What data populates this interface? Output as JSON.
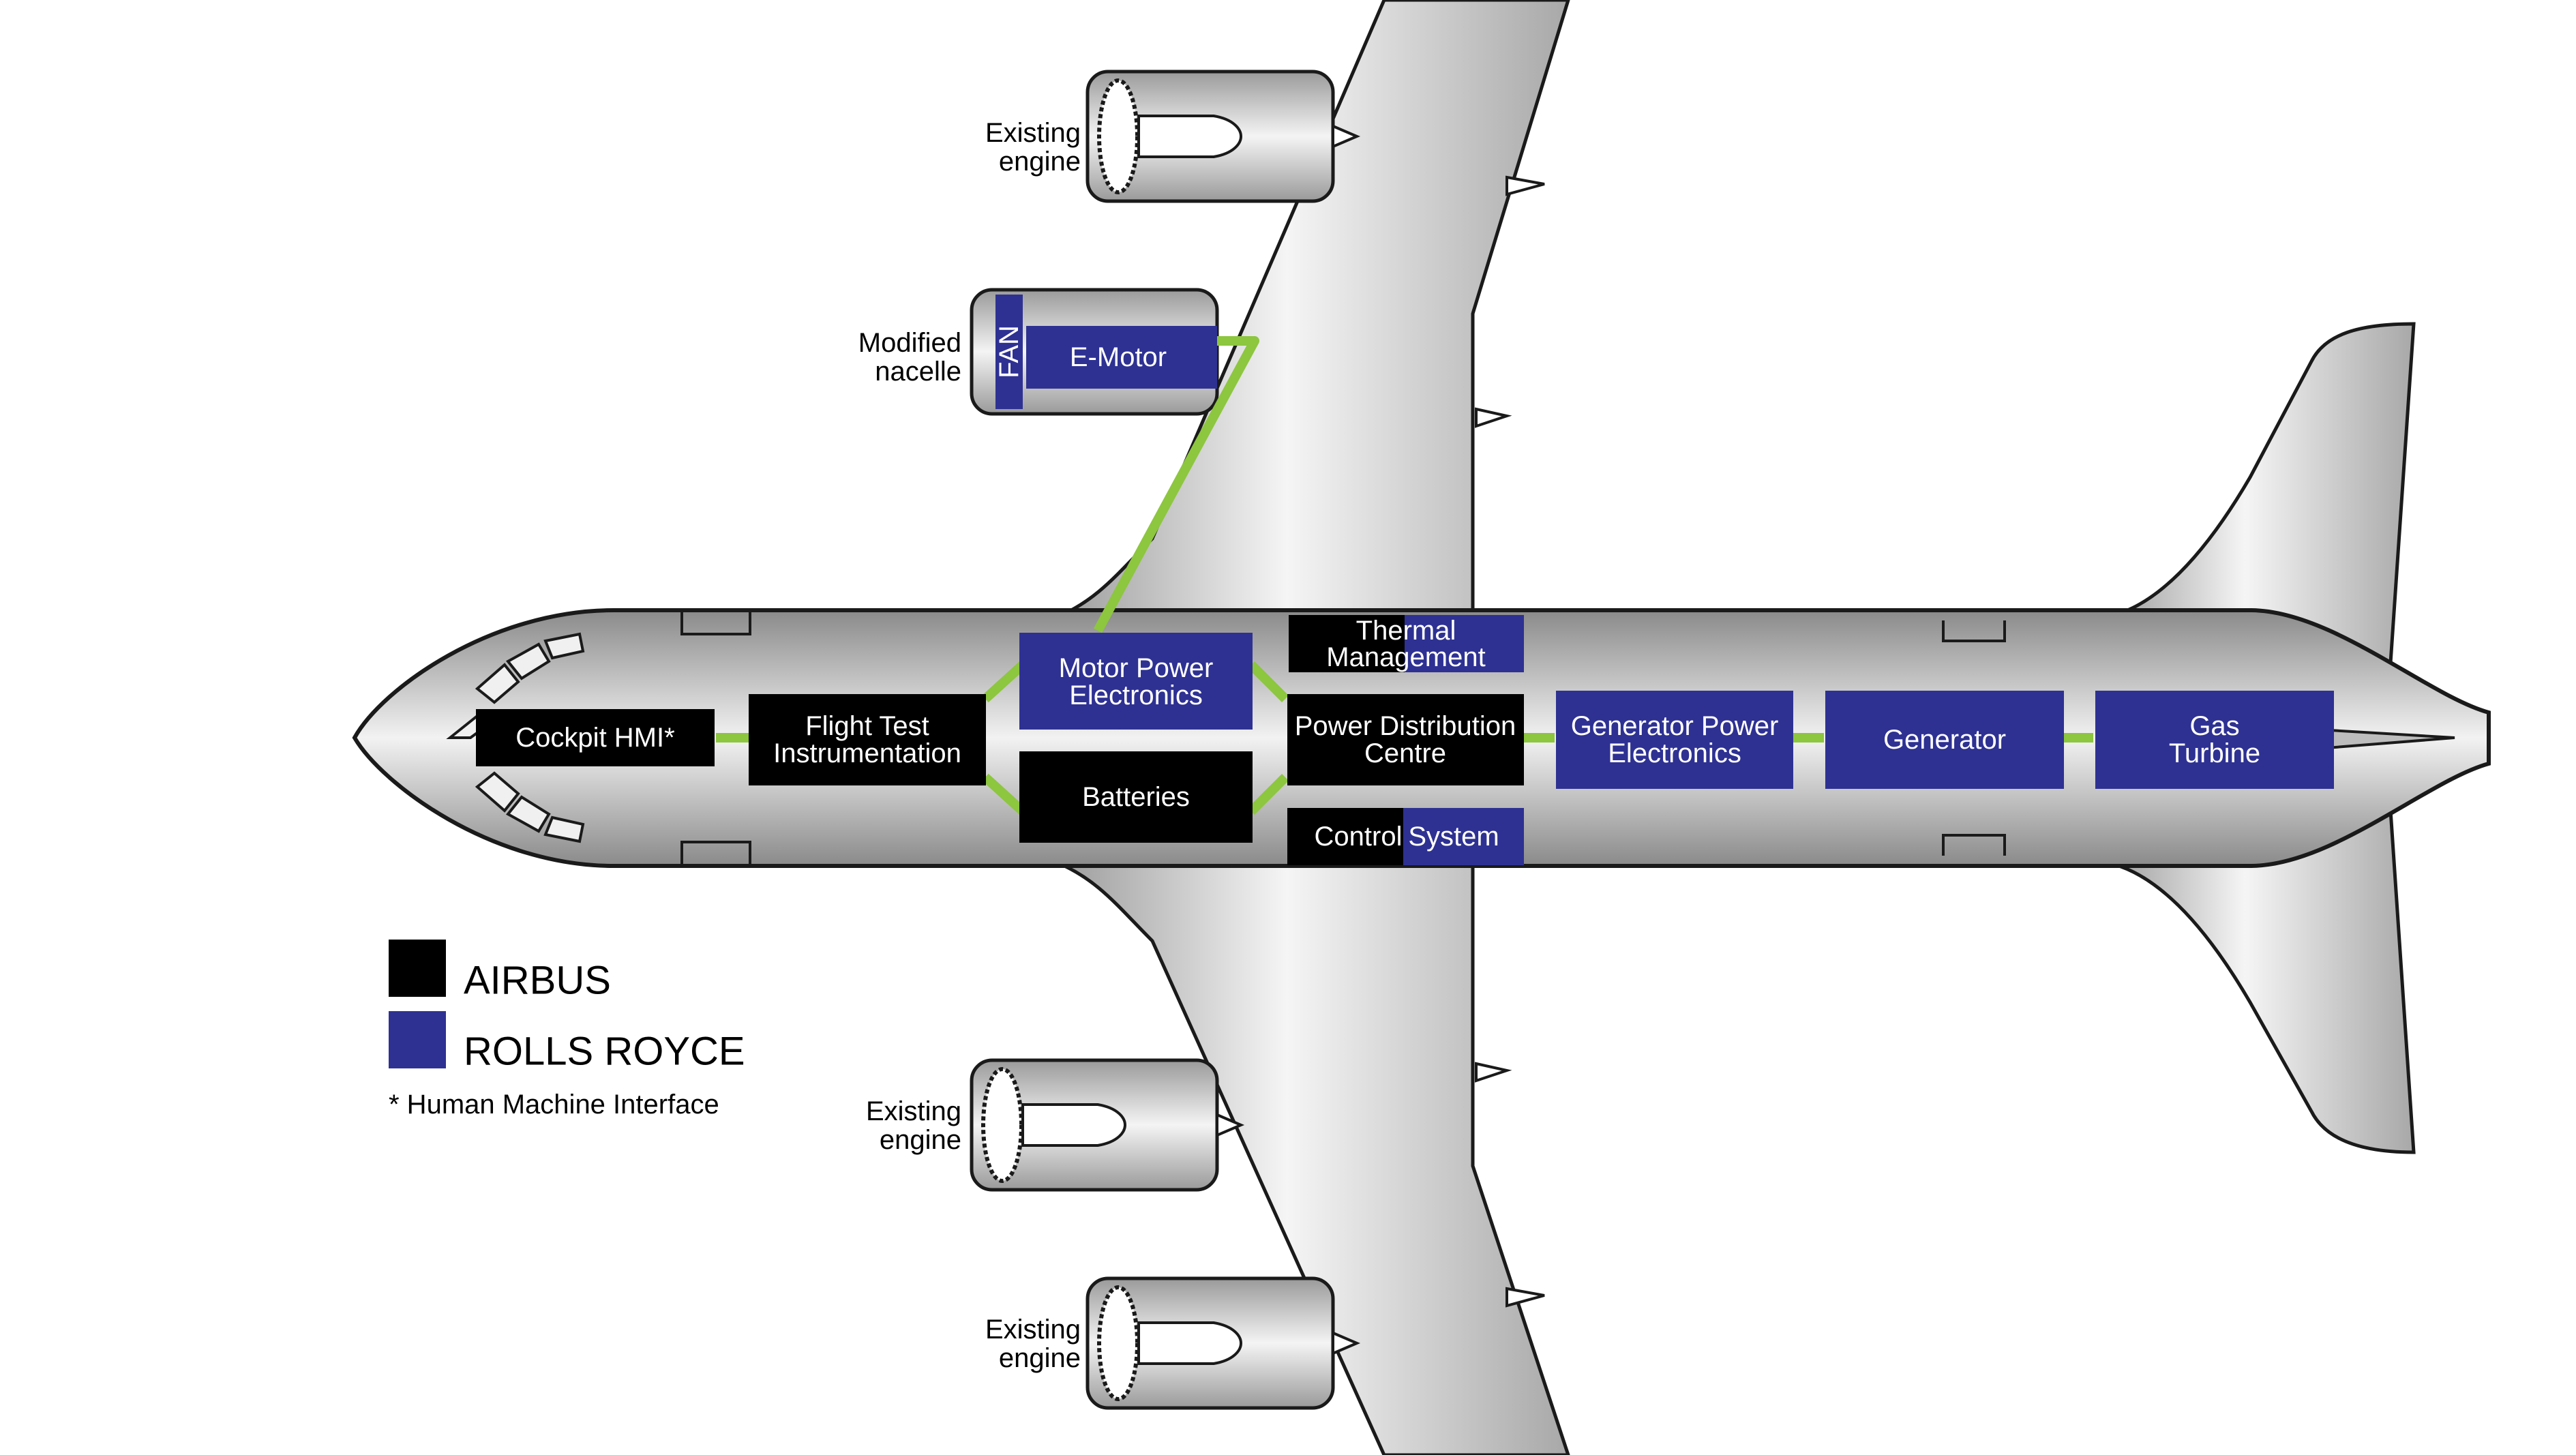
{
  "colors": {
    "airbus": "#000000",
    "rolls_royce": "#2e3192",
    "connector": "#8dc63f",
    "airframe_fill": "#d4d4d4",
    "airframe_stroke": "#1a1a1a"
  },
  "engines": {
    "top_outer": {
      "line1": "Existing",
      "line2": "engine"
    },
    "top_inner": {
      "line1": "Modified",
      "line2": "nacelle"
    },
    "bottom_inner": {
      "line1": "Existing",
      "line2": "engine"
    },
    "bottom_outer": {
      "line1": "Existing",
      "line2": "engine"
    }
  },
  "nacelle": {
    "fan": "FAN",
    "emotor": "E-Motor"
  },
  "blocks": {
    "cockpit_hmi": {
      "lines": [
        "Cockpit HMI*"
      ],
      "owner": "airbus"
    },
    "flight_test": {
      "lines": [
        "Flight Test",
        "Instrumentation"
      ],
      "owner": "airbus"
    },
    "motor_power": {
      "lines": [
        "Motor Power",
        "Electronics"
      ],
      "owner": "rolls_royce"
    },
    "batteries": {
      "lines": [
        "Batteries"
      ],
      "owner": "airbus"
    },
    "thermal": {
      "lines": [
        "Thermal",
        "Management"
      ],
      "owner": "shared"
    },
    "power_dist": {
      "lines": [
        "Power Distribution",
        "Centre"
      ],
      "owner": "airbus"
    },
    "control": {
      "line1a": "Control",
      "line1b": "System",
      "owner": "shared"
    },
    "gen_power": {
      "lines": [
        "Generator Power",
        "Electronics"
      ],
      "owner": "rolls_royce"
    },
    "generator": {
      "lines": [
        "Generator"
      ],
      "owner": "rolls_royce"
    },
    "gas_turbine": {
      "lines": [
        "Gas",
        "Turbine"
      ],
      "owner": "rolls_royce"
    }
  },
  "legend": {
    "airbus": "AIRBUS",
    "rolls_royce": "ROLLS ROYCE",
    "footnote": "* Human Machine Interface"
  }
}
